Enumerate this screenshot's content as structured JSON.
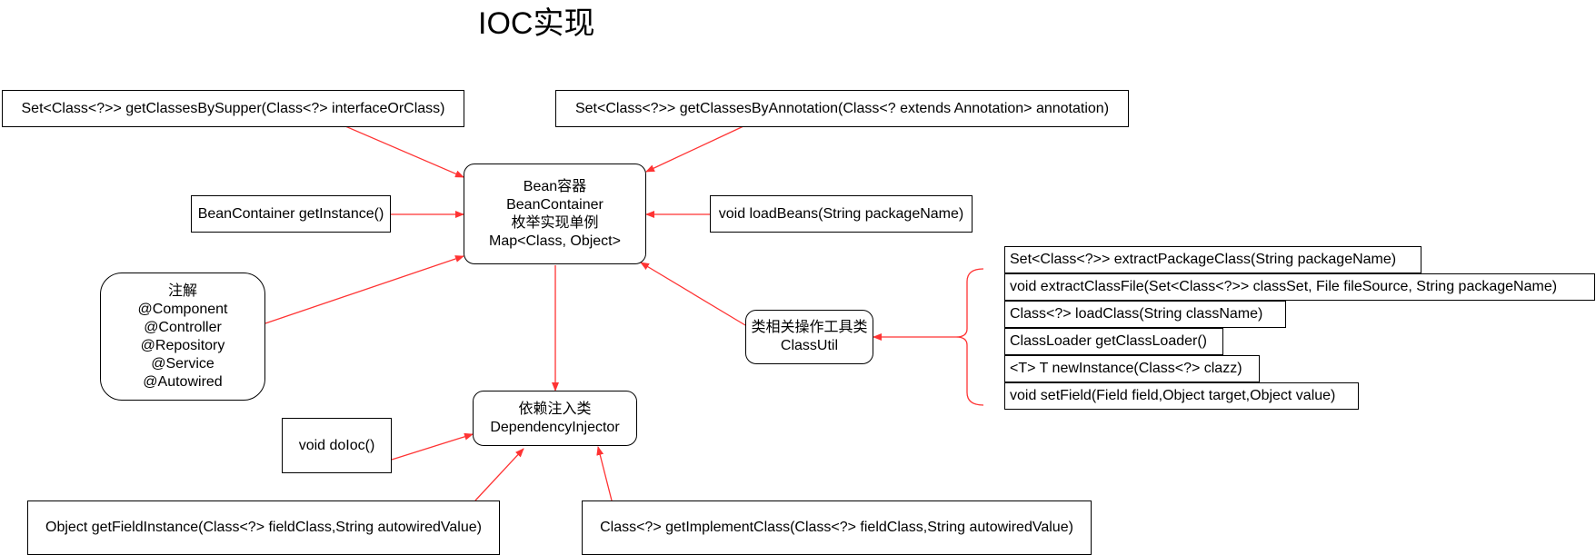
{
  "title": "IOC实现",
  "bean_container": {
    "lines": [
      "Bean容器",
      "BeanContainer",
      "枚举实现单例",
      "Map<Class, Object>"
    ]
  },
  "methods": {
    "get_classes_by_supper": "Set<Class<?>> getClassesBySupper(Class<?> interfaceOrClass)",
    "get_classes_by_annotation": "Set<Class<?>> getClassesByAnnotation(Class<? extends Annotation> annotation)",
    "get_instance": "BeanContainer getInstance()",
    "load_beans": "void loadBeans(String packageName)",
    "do_ioc": "void doIoc()",
    "get_field_instance": "Object getFieldInstance(Class<?> fieldClass,String autowiredValue)",
    "get_implement_class": "Class<?> getImplementClass(Class<?> fieldClass,String autowiredValue)"
  },
  "annotations": {
    "lines": [
      "注解",
      "@Component",
      "@Controller",
      "@Repository",
      "@Service",
      "@Autowired"
    ]
  },
  "class_util": {
    "lines": [
      "类相关操作工具类",
      "ClassUtil"
    ],
    "methods": [
      "Set<Class<?>> extractPackageClass(String packageName)",
      "void extractClassFile(Set<Class<?>> classSet, File fileSource, String packageName)",
      "Class<?> loadClass(String className)",
      "ClassLoader getClassLoader()",
      "<T> T newInstance(Class<?> clazz)",
      "void setField(Field field,Object target,Object value)"
    ]
  },
  "dependency_injector": {
    "lines": [
      "依赖注入类",
      "DependencyInjector"
    ]
  },
  "colors": {
    "arrow": "#ff3333",
    "border": "#000000"
  }
}
